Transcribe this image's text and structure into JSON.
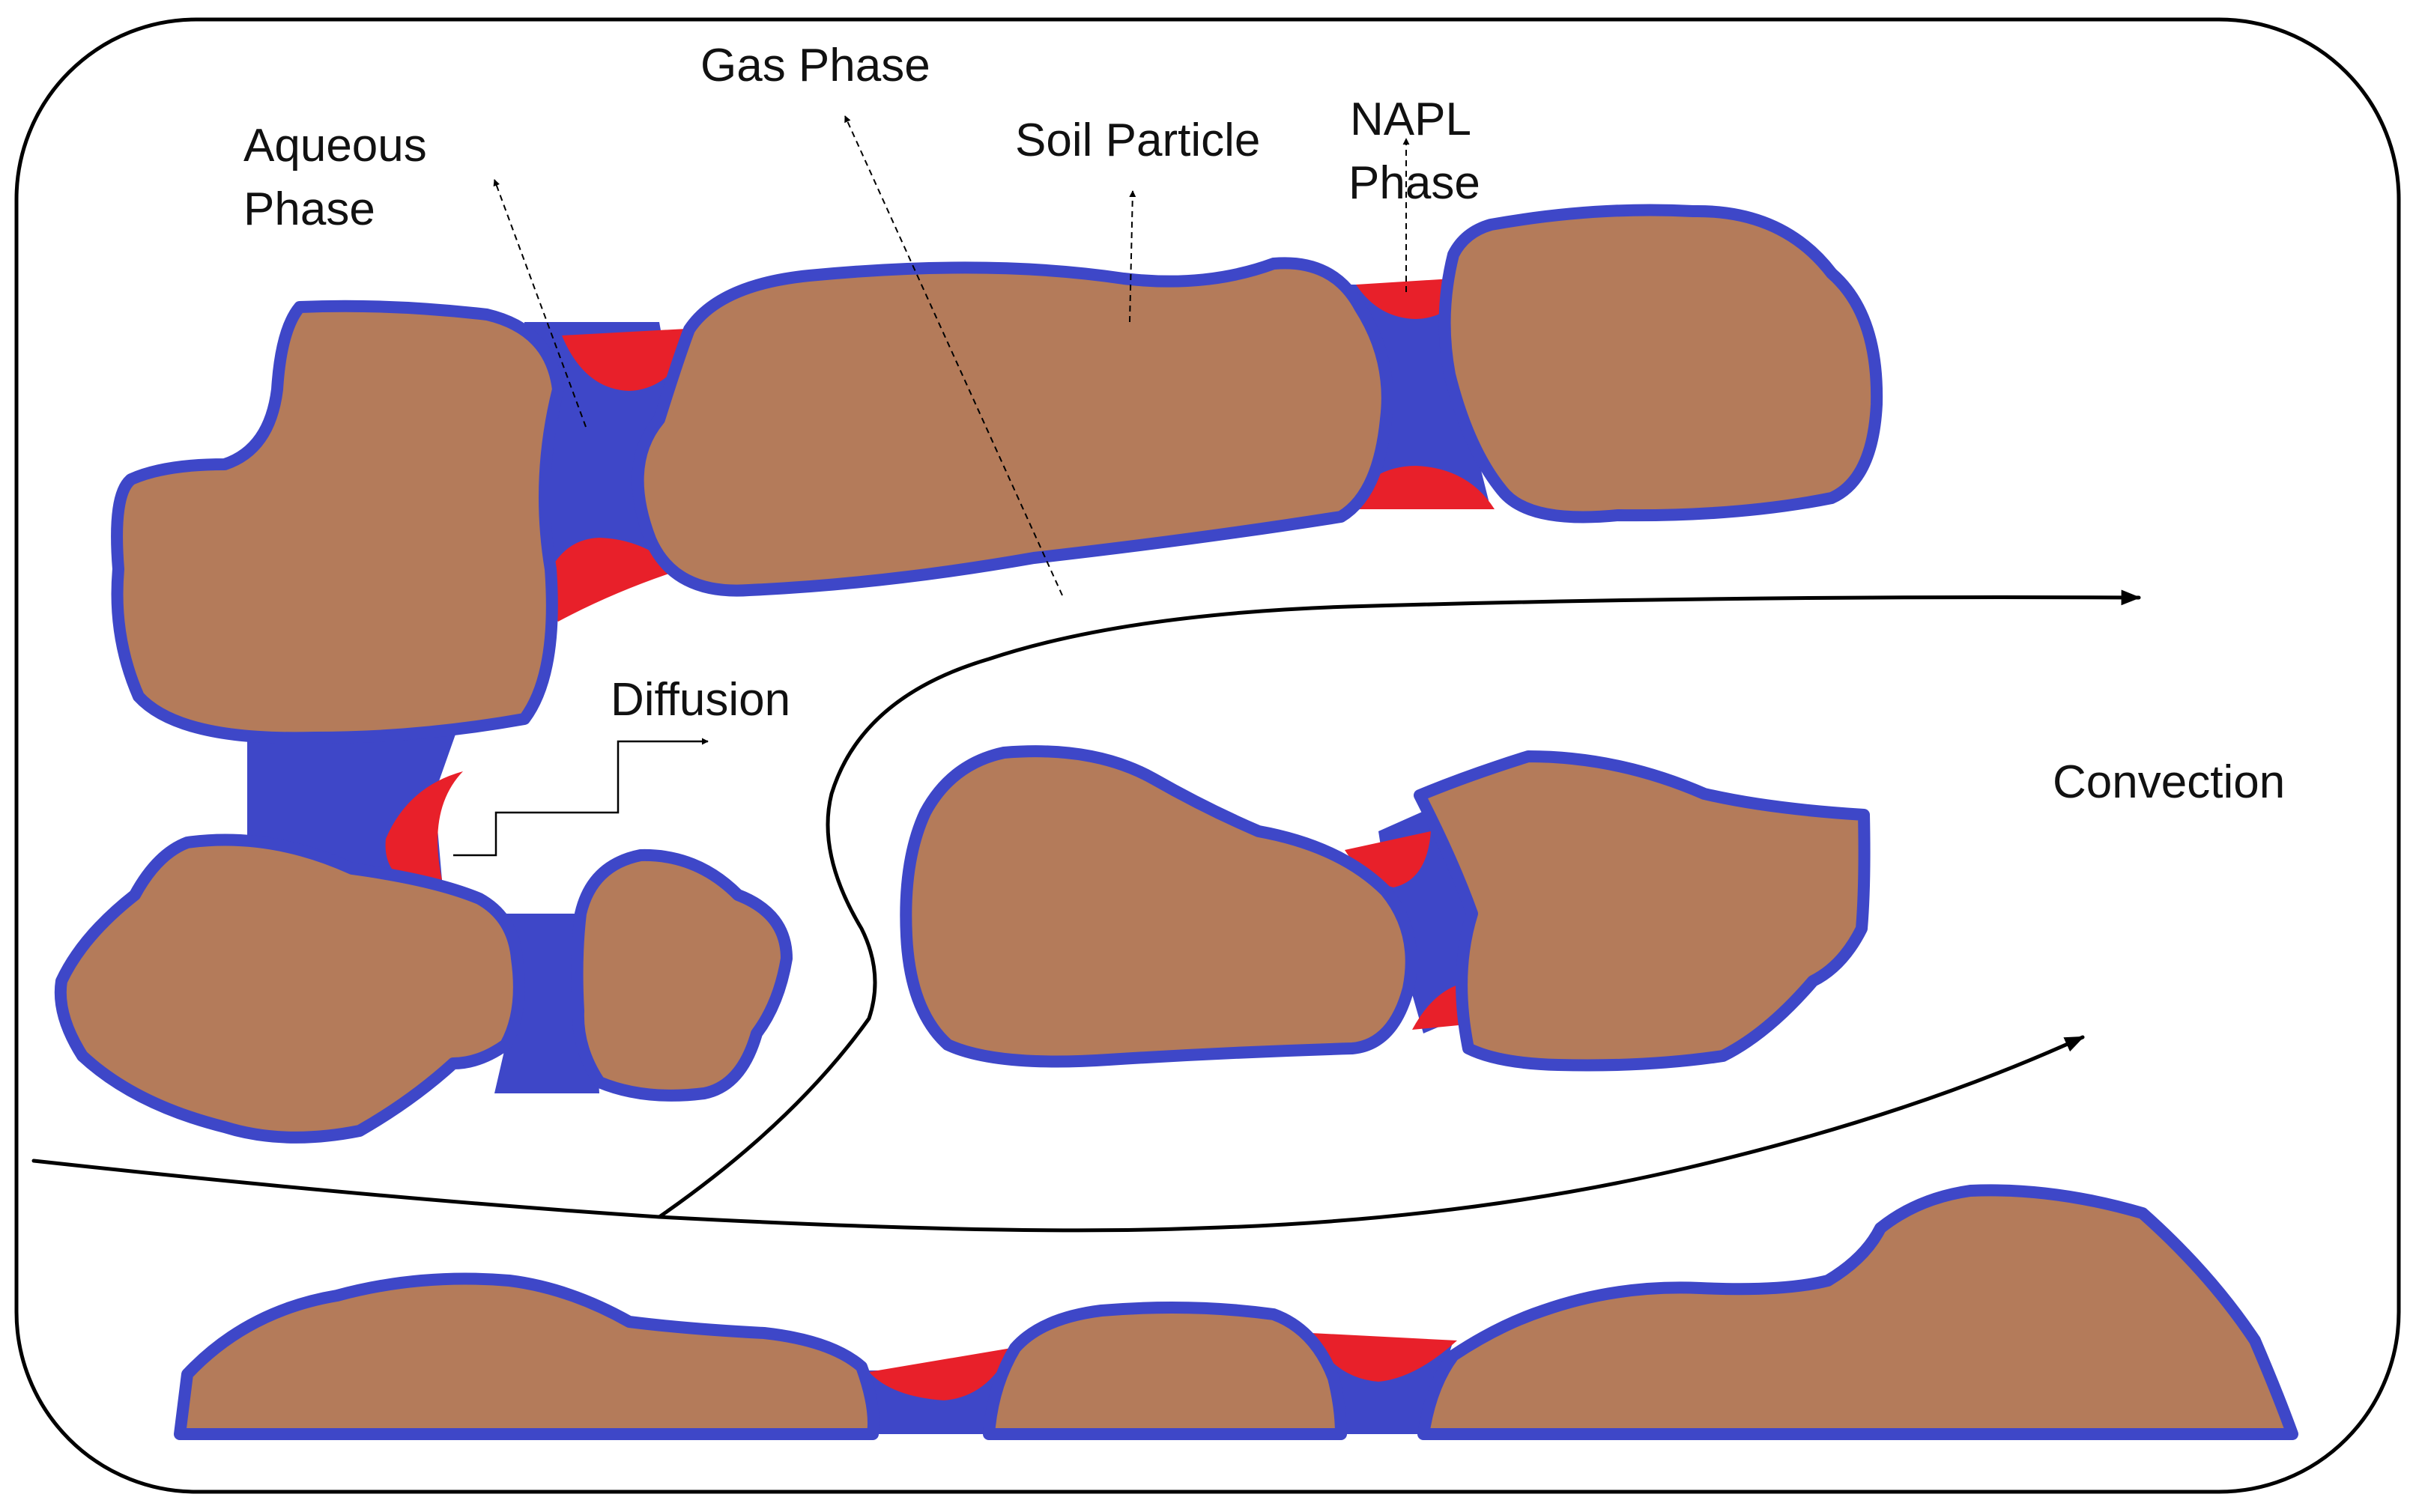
{
  "colors": {
    "soil": "#b47b5a",
    "aqueous": "#3e47c8",
    "napl": "#e8202a",
    "line": "#000000",
    "background": "#ffffff"
  },
  "labels": {
    "aqueous_line1": "Aqueous",
    "aqueous_line2": "Phase",
    "gas": "Gas Phase",
    "soil": "Soil Particle",
    "napl_line1": "NAPL",
    "napl_line2": "Phase",
    "diffusion": "Diffusion",
    "convection": "Convection"
  }
}
